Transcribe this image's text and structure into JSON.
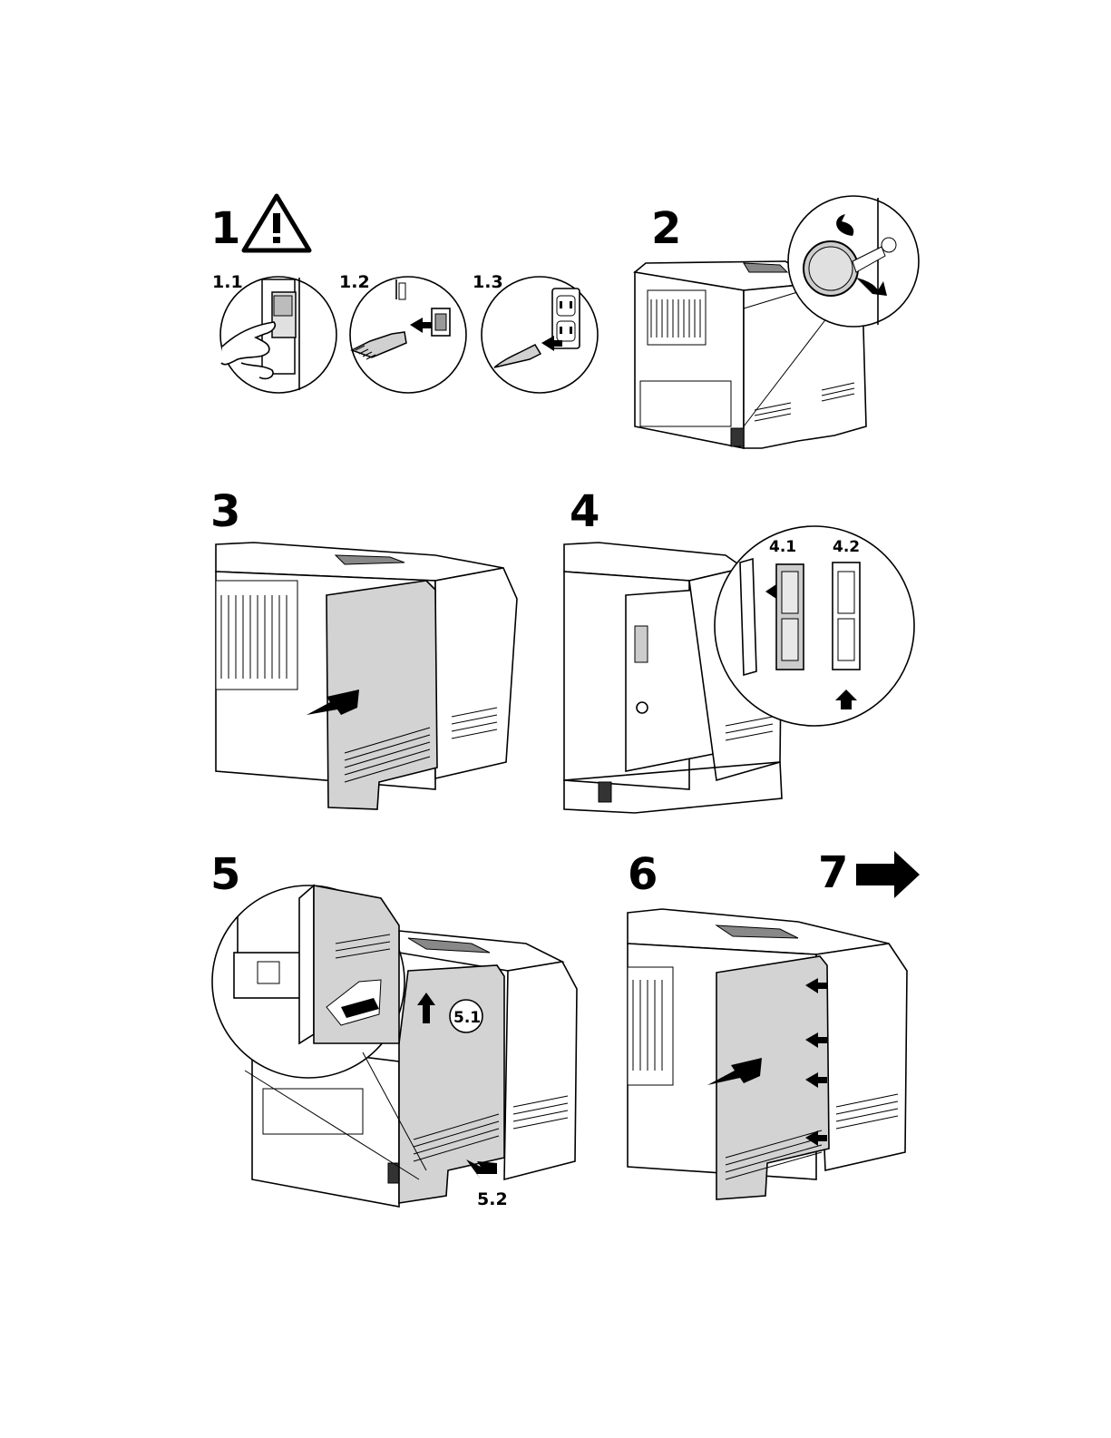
{
  "steps": {
    "s1": {
      "number": "1",
      "icon": "warning-triangle-icon"
    },
    "s1_1": {
      "label": "1.1"
    },
    "s1_2": {
      "label": "1.2"
    },
    "s1_3": {
      "label": "1.3"
    },
    "s2": {
      "number": "2"
    },
    "s3": {
      "number": "3"
    },
    "s4": {
      "number": "4"
    },
    "s4_1": {
      "label": "4.1"
    },
    "s4_2": {
      "label": "4.2"
    },
    "s5": {
      "number": "5"
    },
    "s5_1": {
      "label": "5.1"
    },
    "s5_2": {
      "label": "5.2"
    },
    "s6": {
      "number": "6"
    },
    "s7": {
      "number": "7",
      "icon": "next-page-arrow-icon"
    }
  },
  "colors": {
    "panel": "#d3d3d3",
    "ink": "#000000",
    "paper": "#ffffff"
  }
}
